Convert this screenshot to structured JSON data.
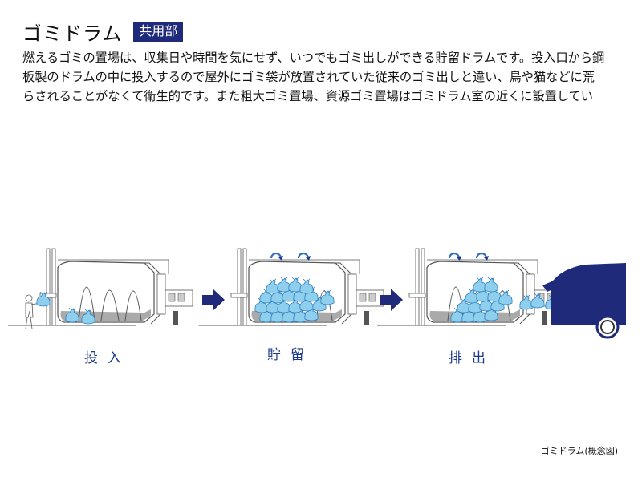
{
  "header": {
    "title": "ゴミドラム",
    "badge": "共用部"
  },
  "description": "燃えるゴミの置場は、収集日や時間を気にせず、いつでもゴミ出しができる貯留ドラムです。投入口から鋼\n板製のドラムの中に投入するので屋外にゴミ袋が放置されていた従来のゴミ出しと違い、鳥や猫などに荒\nらされることがなくて衛生的です。また粗大ゴミ置場、資源ゴミ置場はゴミドラム室の近くに設置してい",
  "steps": [
    {
      "label": "投入",
      "icon": "person-throwing-bag"
    },
    {
      "label": "貯留",
      "icon": "drum-full-rotating"
    },
    {
      "label": "排出",
      "icon": "garbage-truck"
    }
  ],
  "caption": "ゴミドラム(概念図)",
  "colors": {
    "badge_bg": "#1f2a7a",
    "arrow": "#1f2a7a",
    "step_label": "#1f3a8a",
    "truck": "#1f2a7a",
    "bag": "#8fcfee",
    "bag_outline": "#2f7fbf",
    "rotation_arrow": "#2f6fbf",
    "line": "#555555"
  }
}
